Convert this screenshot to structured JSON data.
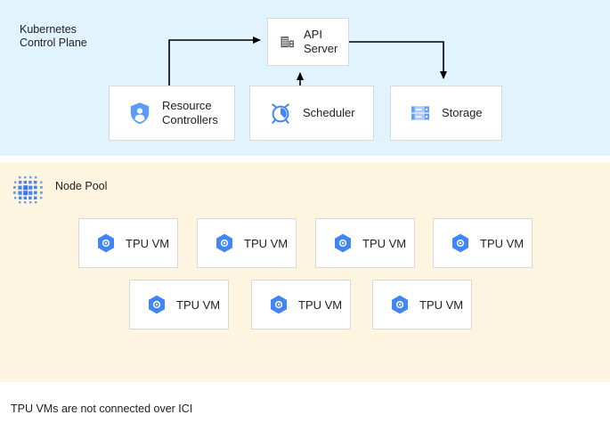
{
  "sections": {
    "control_plane": {
      "title": "Kubernetes\nControl Plane",
      "background": "#e1f3fd"
    },
    "node_pool": {
      "title": "Node Pool",
      "background": "#fdf5e0",
      "icon": "node-pool-dots-icon"
    }
  },
  "control_plane_nodes": [
    {
      "id": "api-server",
      "label": "API\nServer",
      "icon": "building-icon"
    },
    {
      "id": "resource-controllers",
      "label": "Resource\nControllers",
      "icon": "shield-user-icon"
    },
    {
      "id": "scheduler",
      "label": "Scheduler",
      "icon": "alarm-clock-icon"
    },
    {
      "id": "storage",
      "label": "Storage",
      "icon": "server-rack-icon"
    }
  ],
  "connections": [
    {
      "from": "resource-controllers",
      "to": "api-server",
      "direction": "to-api-server"
    },
    {
      "from": "scheduler",
      "to": "api-server",
      "direction": "to-api-server"
    },
    {
      "from": "api-server",
      "to": "storage",
      "direction": "to-storage"
    }
  ],
  "tpu_vms": [
    {
      "id": "tpu-vm-0",
      "label": "TPU VM",
      "icon": "tpu-hexagon-icon",
      "row": 1
    },
    {
      "id": "tpu-vm-1",
      "label": "TPU VM",
      "icon": "tpu-hexagon-icon",
      "row": 1
    },
    {
      "id": "tpu-vm-2",
      "label": "TPU VM",
      "icon": "tpu-hexagon-icon",
      "row": 1
    },
    {
      "id": "tpu-vm-3",
      "label": "TPU VM",
      "icon": "tpu-hexagon-icon",
      "row": 1
    },
    {
      "id": "tpu-vm-4",
      "label": "TPU VM",
      "icon": "tpu-hexagon-icon",
      "row": 2
    },
    {
      "id": "tpu-vm-5",
      "label": "TPU VM",
      "icon": "tpu-hexagon-icon",
      "row": 2
    },
    {
      "id": "tpu-vm-6",
      "label": "TPU VM",
      "icon": "tpu-hexagon-icon",
      "row": 2
    }
  ],
  "footnote": "TPU VMs are not connected over ICI",
  "colors": {
    "accent_blue": "#4285f4",
    "icon_blue": "#669df6",
    "control_plane_bg": "#e1f3fd",
    "node_pool_bg": "#fdf5e0",
    "card_bg": "#ffffff",
    "card_border": "#d8d8d8",
    "text": "#202124",
    "connector": "#000000"
  }
}
